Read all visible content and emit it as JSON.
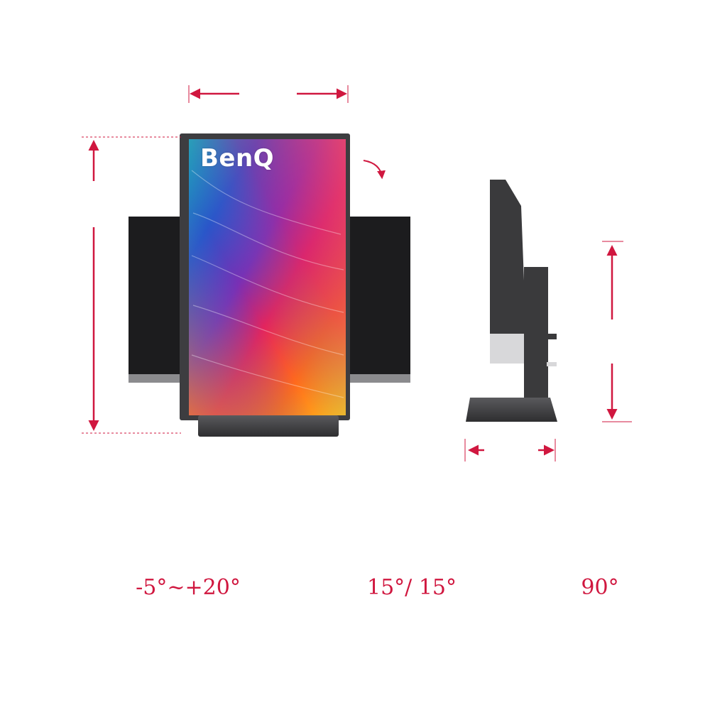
{
  "brand": {
    "name": "BenQ"
  },
  "specs": [
    {
      "id": "tilt",
      "text": "-5°~+20°"
    },
    {
      "id": "swivel",
      "text": "15°/ 15°"
    },
    {
      "id": "pivot",
      "text": "90°"
    }
  ],
  "colors": {
    "accent": "#d0173f",
    "bezel": "#3d3d40",
    "stand": "#3a3a3c",
    "screen_off": "#1c1c1e",
    "background": "#ffffff"
  },
  "icons": {
    "arrow": "double-arrow",
    "rotate": "curved-arrow"
  }
}
